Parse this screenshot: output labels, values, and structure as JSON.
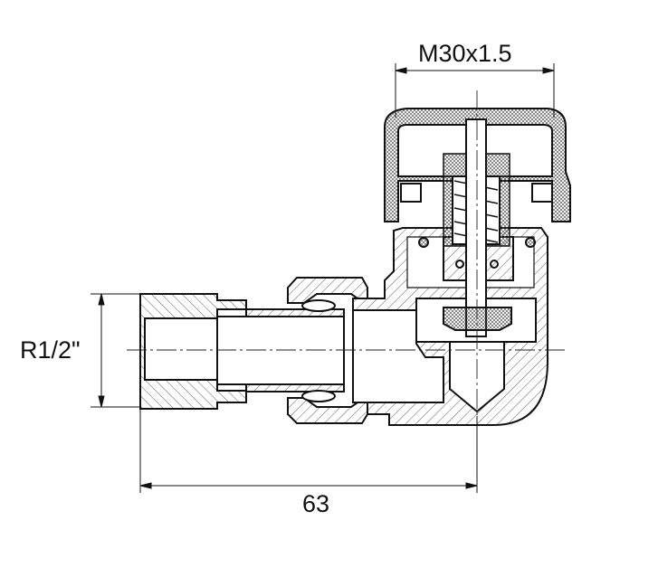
{
  "drawing": {
    "title": "Angle radiator valve section",
    "dimensions": {
      "thread": "M30x1.5",
      "connection": "R1/2\"",
      "length": "63"
    },
    "colors": {
      "line": "#111111",
      "background": "#ffffff"
    }
  }
}
